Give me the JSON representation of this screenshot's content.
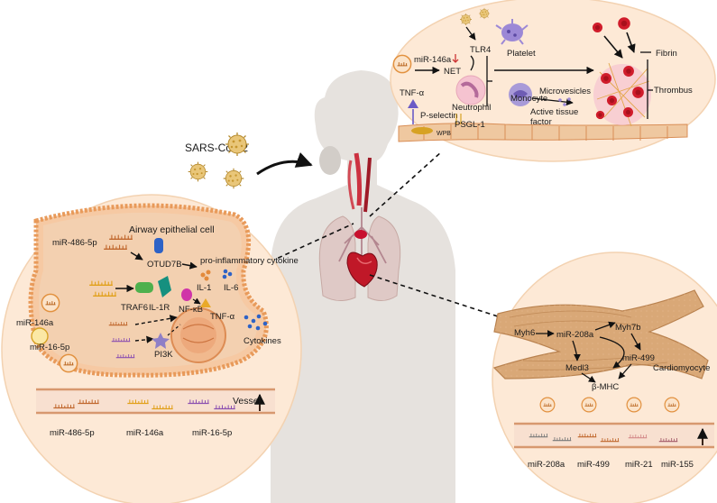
{
  "virus": {
    "label": "SARS-CoV-2"
  },
  "airway": {
    "title": "Airway epithelial cell",
    "mir_486": "miR-486-5p",
    "otud7b": "OTUD7B",
    "pro_inflammatory": "pro-inflammatory cytokine",
    "il1": "IL-1",
    "il6": "IL-6",
    "traf6": "TRAF6",
    "il1r": "IL-1R",
    "nfkb": "NF-κB",
    "tnfa": "TNF-α",
    "pi3k": "PI3K",
    "cytokines": "Cytokines",
    "mir_146a": "miR-146a",
    "mir_16": "miR-16-5p"
  },
  "airway_vessel": {
    "label": "Vessel",
    "items": [
      "miR-486-5p",
      "miR-146a",
      "miR-16-5p"
    ]
  },
  "thrombus": {
    "mir_146a": "miR-146a",
    "net": "NET",
    "tlr4": "TLR4",
    "platelet": "Platelet",
    "tnfa": "TNF-α",
    "neutrophil": "Neutrophil",
    "monocyte": "Monocyte",
    "microvesicles": "Microvesicles",
    "active_tf_1": "Active tissue",
    "active_tf_2": "factor",
    "p_selectin": "P-selectin",
    "psgl1": "PSGL-1",
    "wpb": "WPB",
    "fibrin": "Fibrin",
    "thrombus": "Thrombus"
  },
  "cardio": {
    "myh6": "Myh6",
    "mir_208a": "miR-208a",
    "myh7b": "Myh7b",
    "medl3": "Medl3",
    "mir_499": "miR-499",
    "bmhc": "β-MHC",
    "cardiomyocyte": "Cardiomyocyte"
  },
  "cardio_vessel": {
    "items": [
      "miR-208a",
      "miR-499",
      "miR-21",
      "miR-155"
    ]
  },
  "colors": {
    "bubble": "#fde9d6",
    "bubble_stroke": "#f0c9a3",
    "body": "#e6e2de",
    "cell_border": "#e89a5a",
    "red": "#c8102e",
    "muscle": "#d9a877",
    "vessel": "#f6dccb"
  }
}
